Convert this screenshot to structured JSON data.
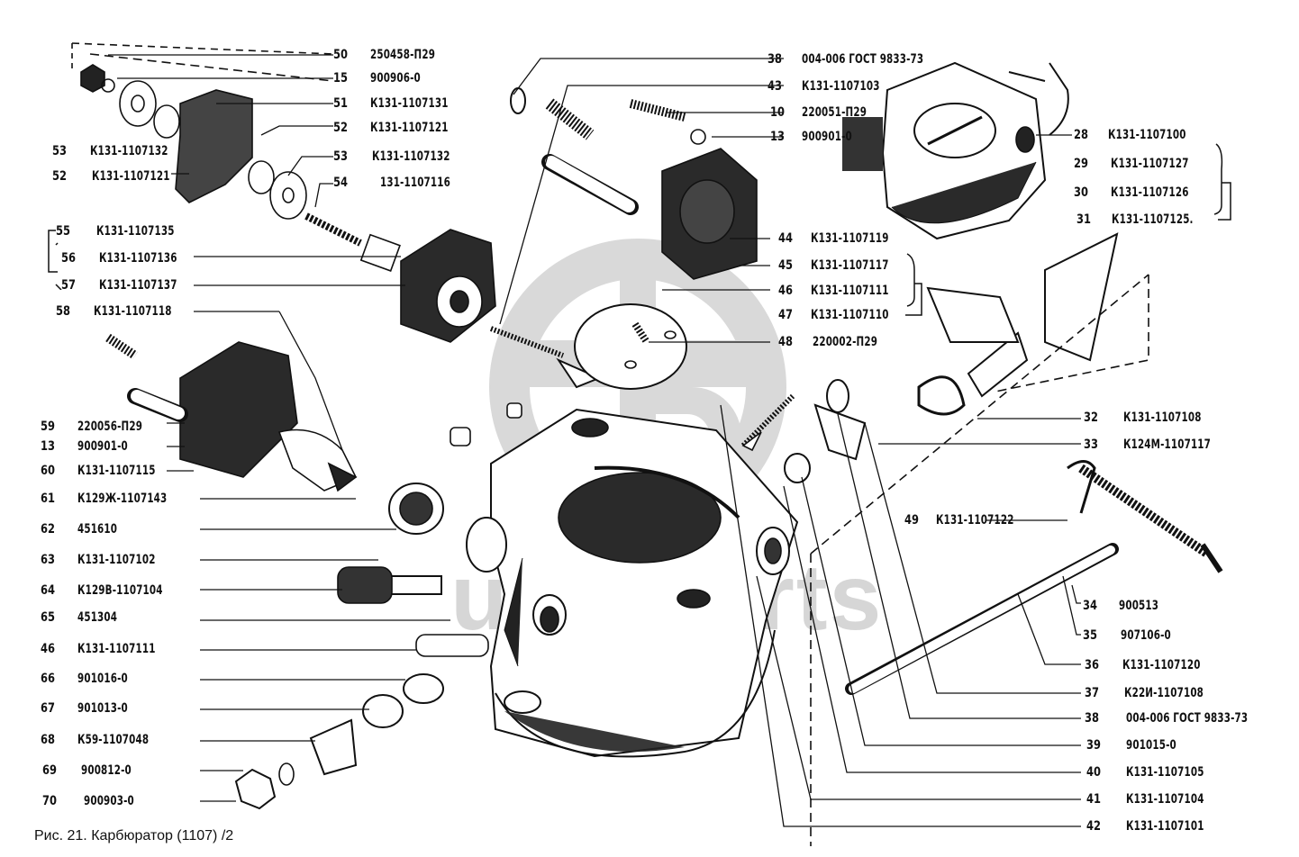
{
  "figure": {
    "caption": "Рис. 21. Карбюратор (1107) /2",
    "watermark_logo": "ГБ",
    "watermark_text": "uaz-parts",
    "colors": {
      "ink": "#111111",
      "watermark": "#d6d6d6",
      "background": "#ffffff"
    }
  },
  "callouts_left": [
    {
      "ref": "53",
      "part": "К131-1107132"
    },
    {
      "ref": "52",
      "part": "К131-1107121"
    },
    {
      "ref": "55",
      "part": "К131-1107135"
    },
    {
      "ref": "56",
      "part": "К131-1107136"
    },
    {
      "ref": "57",
      "part": "К131-1107137"
    },
    {
      "ref": "58",
      "part": "К131-1107118"
    },
    {
      "ref": "59",
      "part": "220056-П29"
    },
    {
      "ref": "13",
      "part": "900901-0"
    },
    {
      "ref": "60",
      "part": "К131-1107115"
    },
    {
      "ref": "61",
      "part": "К129Ж-1107143"
    },
    {
      "ref": "62",
      "part": "451610"
    },
    {
      "ref": "63",
      "part": "К131-1107102"
    },
    {
      "ref": "64",
      "part": "К129В-1107104"
    },
    {
      "ref": "65",
      "part": "451304"
    },
    {
      "ref": "46",
      "part": "К131-1107111"
    },
    {
      "ref": "66",
      "part": "901016-0"
    },
    {
      "ref": "67",
      "part": "901013-0"
    },
    {
      "ref": "68",
      "part": "К59-1107048"
    },
    {
      "ref": "69",
      "part": "900812-0"
    },
    {
      "ref": "70",
      "part": "900903-0"
    }
  ],
  "callouts_top_left": [
    {
      "ref": "50",
      "part": "250458-П29"
    },
    {
      "ref": "15",
      "part": "900906-0"
    },
    {
      "ref": "51",
      "part": "К131-1107131"
    },
    {
      "ref": "52",
      "part": "К131-1107121"
    },
    {
      "ref": "53",
      "part": "К131-1107132"
    },
    {
      "ref": "54",
      "part": "131-1107116"
    }
  ],
  "callouts_top_center": [
    {
      "ref": "38",
      "part": "004-006 ГОСТ 9833-73"
    },
    {
      "ref": "43",
      "part": "К131-1107103"
    },
    {
      "ref": "10",
      "part": "220051-П29"
    },
    {
      "ref": "13",
      "part": "900901-0"
    }
  ],
  "callouts_center_right": [
    {
      "ref": "44",
      "part": "К131-1107119"
    },
    {
      "ref": "45",
      "part": "К131-1107117"
    },
    {
      "ref": "46",
      "part": "К131-1107111"
    },
    {
      "ref": "47",
      "part": "К131-1107110"
    },
    {
      "ref": "48",
      "part": "220002-П29"
    }
  ],
  "callouts_top_right": [
    {
      "ref": "28",
      "part": "К131-1107100"
    },
    {
      "ref": "29",
      "part": "К131-1107127"
    },
    {
      "ref": "30",
      "part": "К131-1107126"
    },
    {
      "ref": "31",
      "part": "К131-1107125."
    }
  ],
  "callouts_right": [
    {
      "ref": "32",
      "part": "К131-1107108"
    },
    {
      "ref": "33",
      "part": "К124М-1107117"
    },
    {
      "ref": "49",
      "part": "К131-1107122"
    },
    {
      "ref": "34",
      "part": "900513"
    },
    {
      "ref": "35",
      "part": "907106-0"
    },
    {
      "ref": "36",
      "part": "К131-1107120"
    },
    {
      "ref": "37",
      "part": "К22И-1107108"
    },
    {
      "ref": "38",
      "part": "004-006 ГОСТ 9833-73"
    },
    {
      "ref": "39",
      "part": "901015-0"
    },
    {
      "ref": "40",
      "part": "К131-1107105"
    },
    {
      "ref": "41",
      "part": "К131-1107104"
    },
    {
      "ref": "42",
      "part": "К131-1107101"
    }
  ]
}
